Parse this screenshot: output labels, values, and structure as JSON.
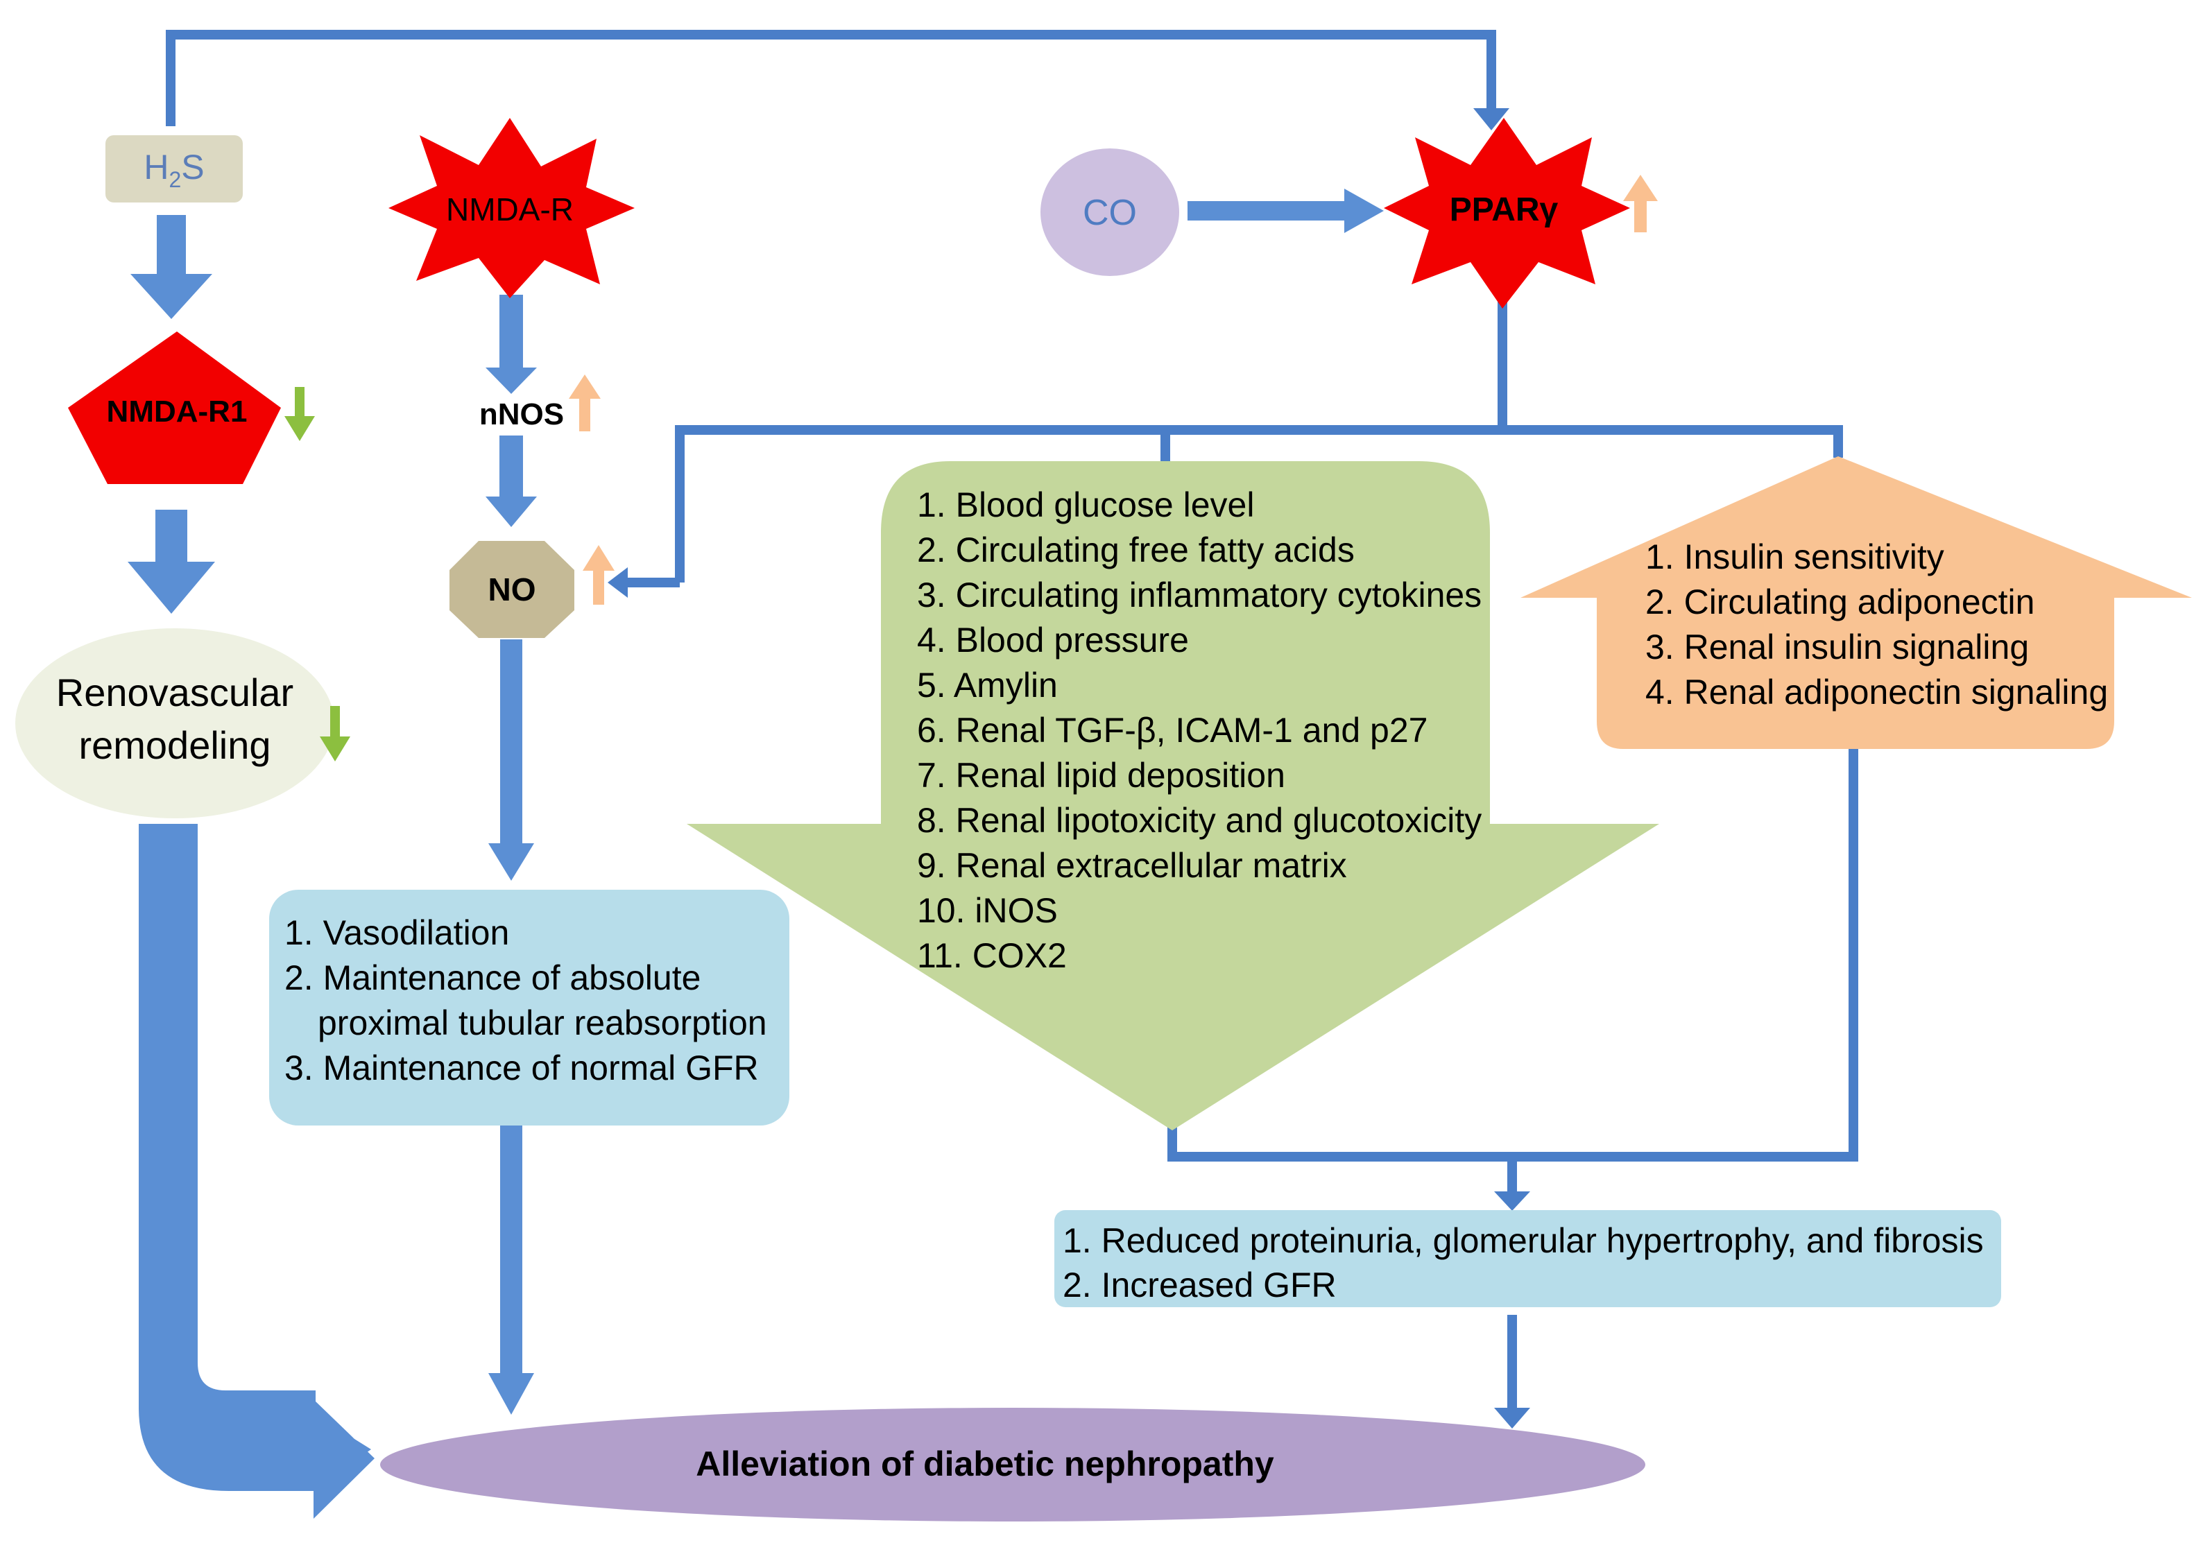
{
  "colors": {
    "arrow": "#5B8FD4",
    "line": "#4A7EC8",
    "h2s_box": "#DCD9C2",
    "h2s_text": "#5B7DB8",
    "red_shape": "#F20000",
    "renovascular_fill": "#EEF1E2",
    "nos_octagon": "#C5BA96",
    "co_fill": "#CDC0E0",
    "co_text": "#4F7CC2",
    "green_arrow": "#C4D79C",
    "peach_arrow": "#F9C393",
    "blue_box": "#B7DDEA",
    "ellipse": "#B29FCB",
    "up_indicator": "#FAC090",
    "down_indicator": "#8CBF3F"
  },
  "nodes": {
    "h2s": {
      "main": "H",
      "sub": "2",
      "tail": "S"
    },
    "nmda_r1": "NMDA-R1",
    "renovascular": {
      "line1": "Renovascular",
      "line2": "remodeling"
    },
    "nmda_r": "NMDA-R",
    "nnos": "nNOS",
    "no": "NO",
    "co": "CO",
    "ppar": "PPARγ",
    "final": "Alleviation of diabetic nephropathy"
  },
  "green_list": [
    "1. Blood  glucose level",
    "2. Circulating free fatty acids",
    "3. Circulating inflammatory cytokines",
    "4. Blood pressure",
    "5. Amylin",
    "6. Renal TGF-β, ICAM-1 and p27",
    "7. Renal lipid deposition",
    "8. Renal lipotoxicity  and glucotoxicity",
    "9. Renal extracellular  matrix",
    "10. iNOS",
    "11. COX2"
  ],
  "peach_list": [
    "1. Insulin sensitivity",
    "2. Circulating adiponectin",
    "3. Renal insulin signaling",
    "4. Renal adiponectin signaling"
  ],
  "no_effects": {
    "line1": "1. Vasodilation",
    "line2": "2. Maintenance of absolute",
    "line3": "proximal tubular reabsorption",
    "line4": "3. Maintenance of normal GFR"
  },
  "ppar_effects": [
    "1. Reduced  proteinuria, glomerular hypertrophy, and fibrosis",
    "2. Increased GFR"
  ]
}
